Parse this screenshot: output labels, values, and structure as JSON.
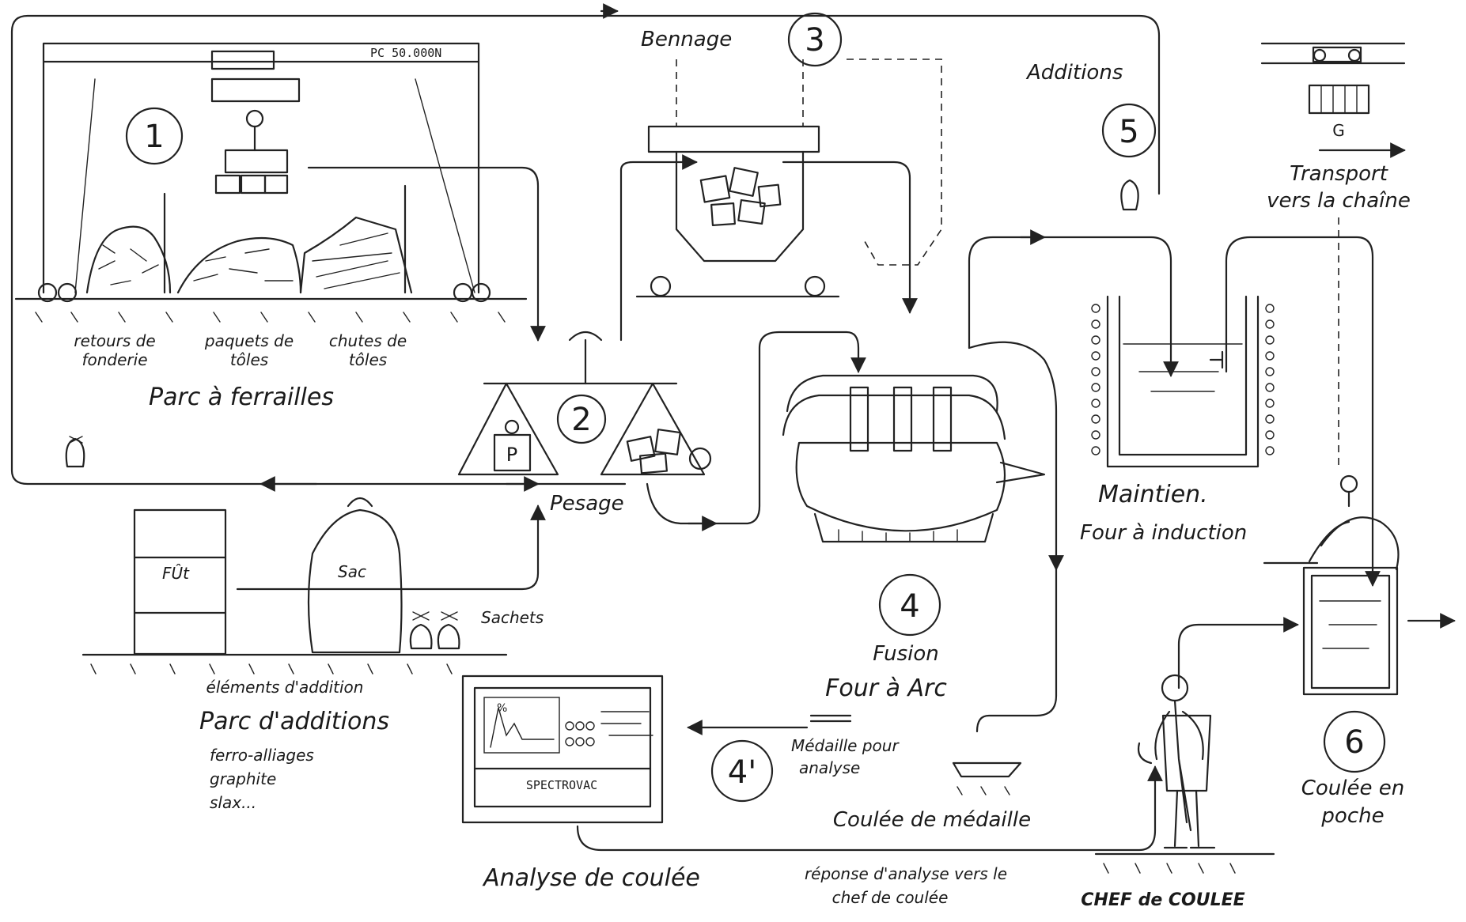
{
  "stations": {
    "s1": {
      "number": "1"
    },
    "s2": {
      "number": "2",
      "label": "Pesage",
      "weight_box": "P"
    },
    "s3": {
      "number": "3",
      "label": "Bennage"
    },
    "s4": {
      "number": "4",
      "label": "Fusion",
      "sublabel": "Four à Arc"
    },
    "s4b": {
      "number": "4'"
    },
    "s5": {
      "number": "5",
      "label": "Additions"
    },
    "s6": {
      "number": "6",
      "label_line1": "Coulée en",
      "label_line2": "poche"
    }
  },
  "crane": {
    "capacity": "PC 50.000N"
  },
  "scrap_park": {
    "title": "Parc à ferrailles",
    "piles": [
      {
        "line1": "retours de",
        "line2": "fonderie"
      },
      {
        "line1": "paquets de",
        "line2": "tôles"
      },
      {
        "line1": "chutes de",
        "line2": "tôles"
      }
    ]
  },
  "additions_park": {
    "fut": "FÛt",
    "sac": "Sac",
    "sachets": "Sachets",
    "elements": "éléments d'addition",
    "title": "Parc d'additions",
    "items": [
      "ferro-alliages",
      "graphite",
      "slax..."
    ]
  },
  "maintien": {
    "title": "Maintien.",
    "subtitle": "Four à induction"
  },
  "transport": {
    "line1": "Transport",
    "line2": "vers la chaîne",
    "marker": "G"
  },
  "analysis": {
    "instrument": "SPECTROVAC",
    "graph_label": "%",
    "title": "Analyse de coulée",
    "medal_line1": "Médaille pour",
    "medal_line2": "analyse",
    "medal_cast": "Coulée de médaille",
    "response_line1": "réponse d'analyse vers le",
    "response_line2": "chef de coulée"
  },
  "operator": {
    "title": "CHEF de COULEE"
  }
}
